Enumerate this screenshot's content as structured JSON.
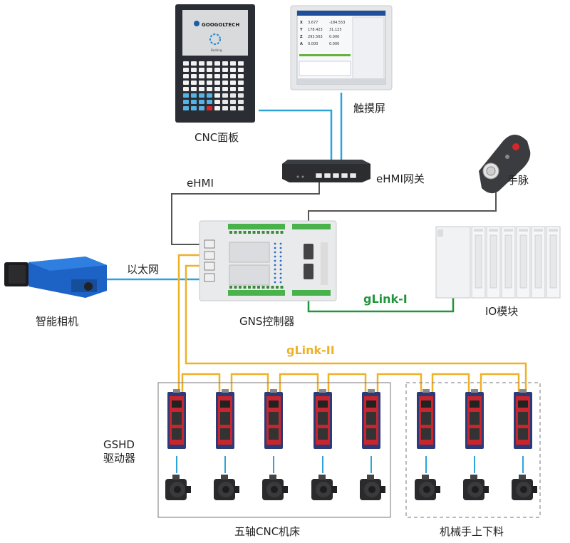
{
  "labels": {
    "cnc_panel": "CNC面板",
    "touchscreen": "触摸屏",
    "ehmi_gateway": "eHMI网关",
    "ehmi": "eHMI",
    "handwheel": "手脉",
    "ethernet": "以太网",
    "smart_camera": "智能相机",
    "gns_controller": "GNS控制器",
    "io_module": "IO模块",
    "glink1": "gLink-I",
    "glink2": "gLink-II",
    "gshd_line1": "GSHD",
    "gshd_line2": "驱动器",
    "five_axis": "五轴CNC机床",
    "manipulator": "机械手上下料"
  },
  "panel": {
    "brand": "GOOGOLTECH",
    "status": "Booting"
  },
  "touchscreen_readout": {
    "axes": [
      "X",
      "Y",
      "Z",
      "A"
    ],
    "values_1": [
      "3.677",
      "178.423",
      "293.563",
      "0.000"
    ],
    "values_2": [
      "-184.553",
      "31.125",
      "0.000",
      "0.000"
    ]
  },
  "colors": {
    "cable_blue": "#2ea3d8",
    "cable_gray": "#555555",
    "cable_green": "#21963c",
    "cable_gold": "#efb128"
  }
}
